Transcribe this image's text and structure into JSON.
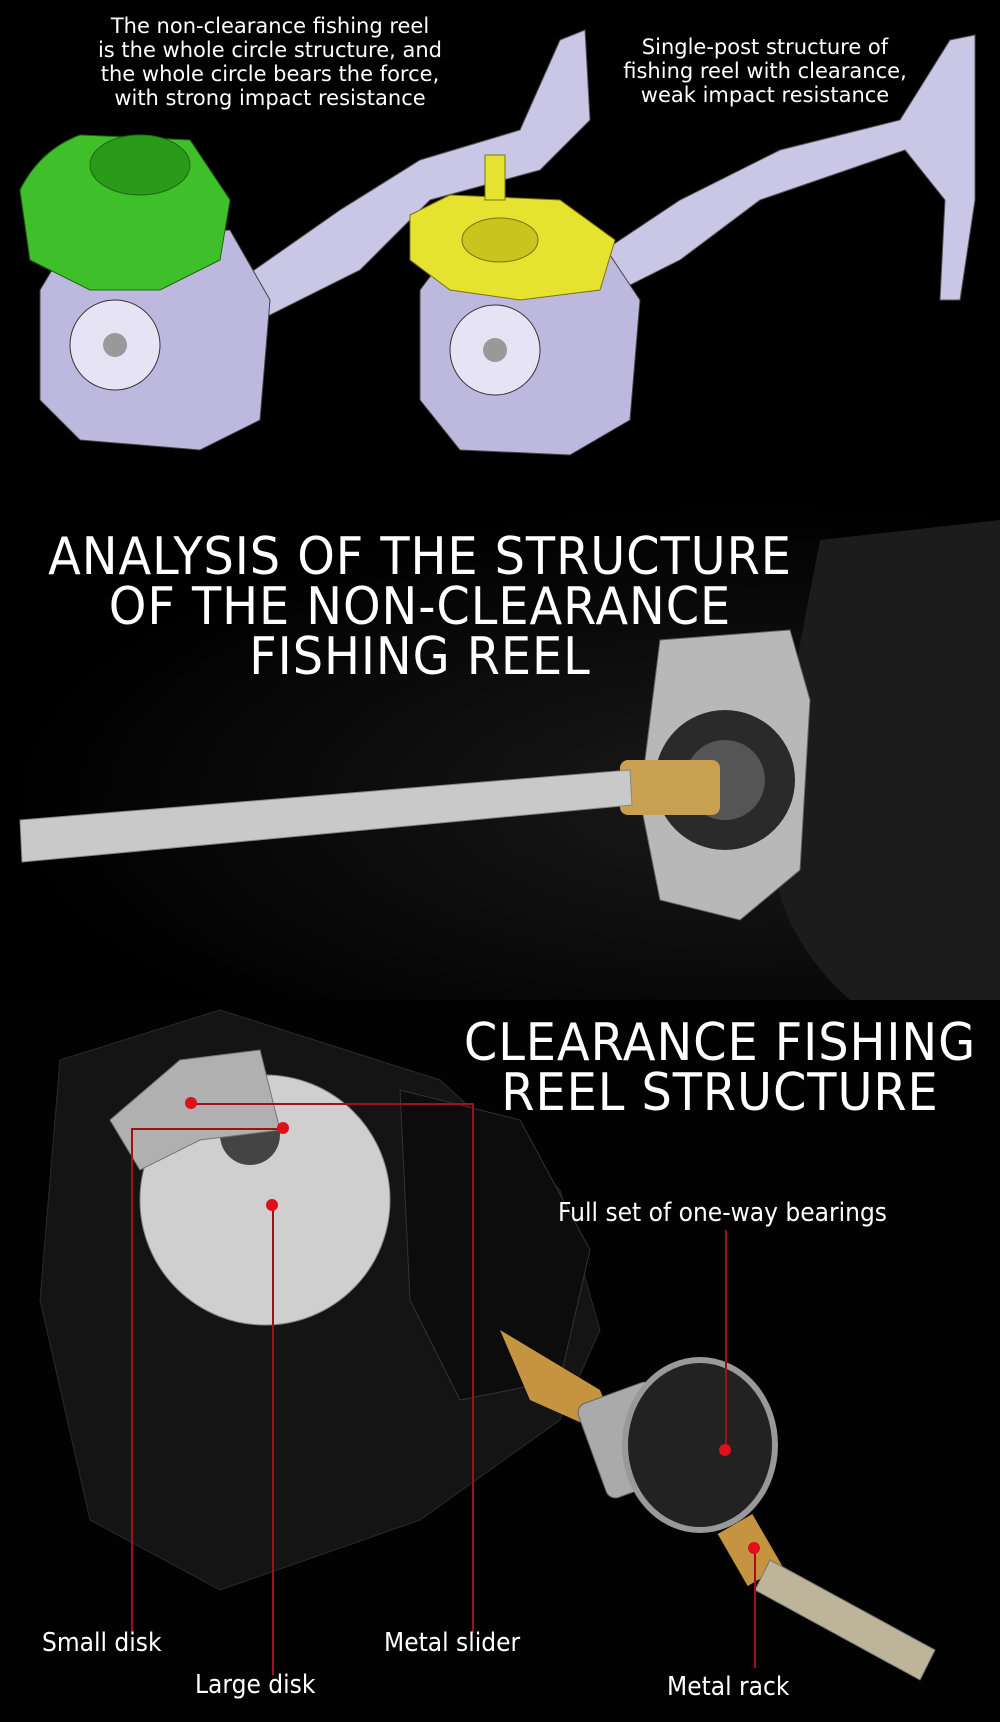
{
  "top_panel": {
    "left_caption": [
      "The non-clearance fishing reel",
      "is the whole circle structure, and",
      "the whole circle bears the force,",
      "with strong impact resistance"
    ],
    "right_caption": [
      "Single-post structure of",
      "fishing reel with clearance,",
      "weak impact resistance"
    ]
  },
  "middle_panel": {
    "heading": [
      "ANALYSIS OF THE STRUCTURE",
      "OF THE NON-CLEARANCE",
      "FISHING REEL"
    ]
  },
  "bottom_panel": {
    "heading": [
      "CLEARANCE FISHING",
      "REEL STRUCTURE"
    ],
    "labels": {
      "bearings": "Full set of one-way bearings",
      "small_disk": "Small disk",
      "large_disk": "Large disk",
      "metal_slider": "Metal slider",
      "metal_rack": "Metal rack"
    }
  },
  "colors": {
    "background": "#000000",
    "leader_line": "#a0101a",
    "green_part": "#3fbf2a",
    "yellow_part": "#e6e230",
    "cad_body": "#c9c6e6"
  }
}
